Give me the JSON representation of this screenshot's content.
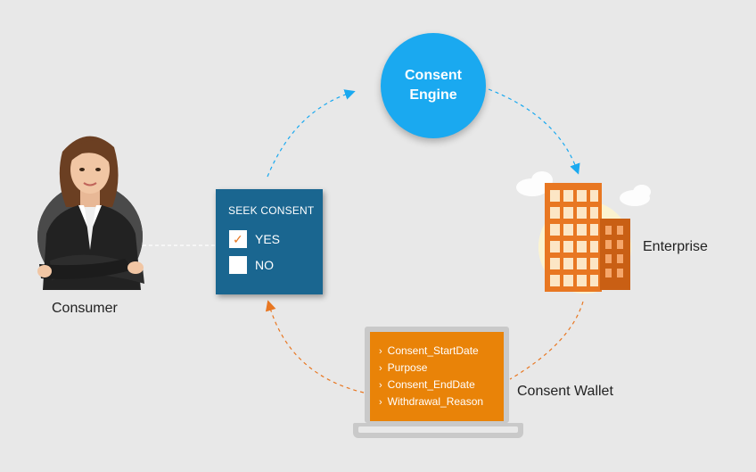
{
  "engine": {
    "line1": "Consent",
    "line2": "Engine"
  },
  "seek": {
    "title": "SEEK CONSENT",
    "options": [
      {
        "label": "YES",
        "checked": true
      },
      {
        "label": "NO",
        "checked": false
      }
    ]
  },
  "consumer": {
    "label": "Consumer"
  },
  "enterprise": {
    "label": "Enterprise"
  },
  "wallet": {
    "label": "Consent Wallet",
    "items": [
      "Consent_StartDate",
      "Purpose",
      "Consent_EndDate",
      "Withdrawal_Reason"
    ]
  },
  "colors": {
    "background": "#e8e8e8",
    "engine": "#1aa9f0",
    "consent_card": "#1a6690",
    "wallet_screen": "#e98308",
    "building": "#e87722",
    "arrow_blue": "#1aa9f0",
    "arrow_orange": "#e87722"
  }
}
